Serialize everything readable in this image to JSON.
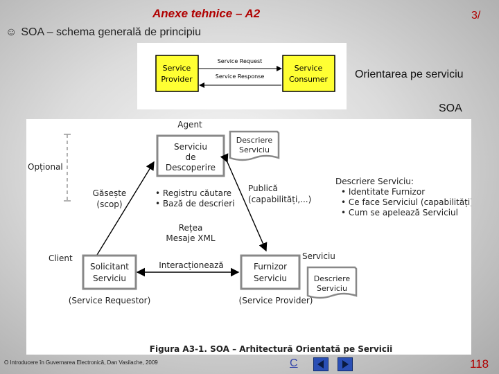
{
  "header": {
    "title": "Anexe tehnice – A2",
    "page_num": "3/"
  },
  "subtitle": {
    "bullet": "☺",
    "text": "SOA – schema generală de principiu"
  },
  "simple_diagram": {
    "provider_line1": "Service",
    "provider_line2": "Provider",
    "consumer_line1": "Service",
    "consumer_line2": "Consumer",
    "request": "Service Request",
    "response": "Service Response",
    "box_color": "#ffff33"
  },
  "labels": {
    "service_orientation": "Orientarea pe serviciu",
    "soa": "SOA"
  },
  "figure": {
    "agent": "Agent",
    "optional": "Opțional",
    "discovery_line1": "Serviciu",
    "discovery_line2": "de",
    "discovery_line3": "Descoperire",
    "desc_top_line1": "Descriere",
    "desc_top_line2": "Serviciu",
    "finds_line1": "Găsește",
    "finds_line2": "(scop)",
    "registry_bullet1": "• Registru căutare",
    "registry_bullet2": "• Bază de descrieri",
    "publish_line1": "Publică",
    "publish_line2": "(capabilități,...)",
    "desc_title": "Descriere Serviciu:",
    "desc_items": [
      "• Identitate Furnizor",
      "• Ce face Serviciul (capabilități)",
      "• Cum se apelează Serviciul"
    ],
    "network_line1": "Rețea",
    "network_line2": "Mesaje XML",
    "client": "Client",
    "service": "Serviciu",
    "requestor_line1": "Solicitant",
    "requestor_line2": "Serviciu",
    "interacts": "Interacționează",
    "supplier_line1": "Furnizor",
    "supplier_line2": "Serviciu",
    "desc_bottom_line1": "Descriere",
    "desc_bottom_line2": "Serviciu",
    "requestor_caption": "(Service Requestor)",
    "provider_caption": "(Service Provider)",
    "caption": "Figura A3-1. SOA – Arhitectură Orientată pe Servicii"
  },
  "footer": {
    "left": "O Introducere în Guvernarea Electronică, Dan Vasilache, 2009",
    "c": "C",
    "prev_icon": "arrow-left-icon",
    "next_icon": "arrow-right-icon",
    "slide_number": "118",
    "accent": "#b00000"
  }
}
